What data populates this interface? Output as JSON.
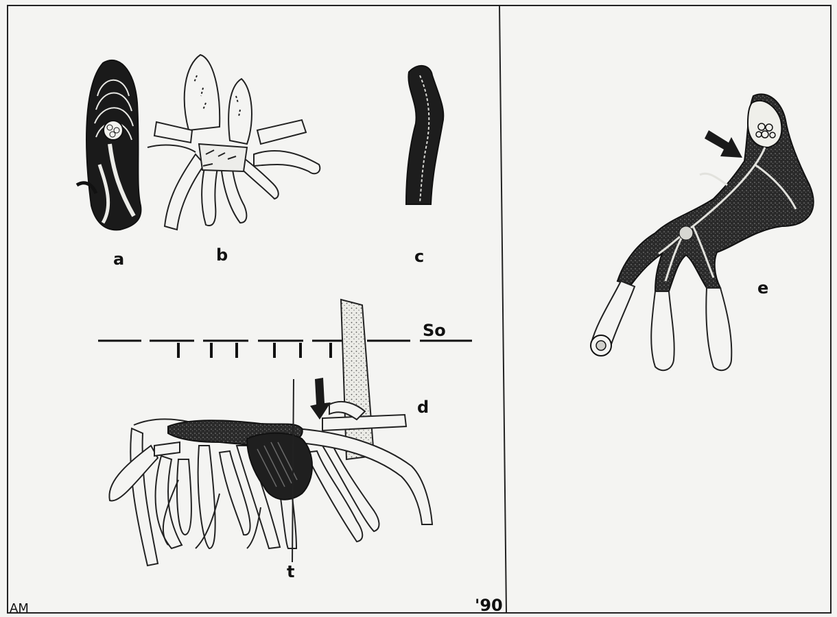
{
  "labels": {
    "a": "a",
    "b": "b",
    "c": "c",
    "d": "d",
    "e": "e",
    "so": "So",
    "t": "t"
  },
  "signature": {
    "initials": "AM",
    "year": "'90"
  },
  "colors": {
    "paper": "#f4f4f2",
    "ink": "#151515",
    "dark_tissue": "#2b2b2b",
    "stipple": "#dcdcd6"
  }
}
